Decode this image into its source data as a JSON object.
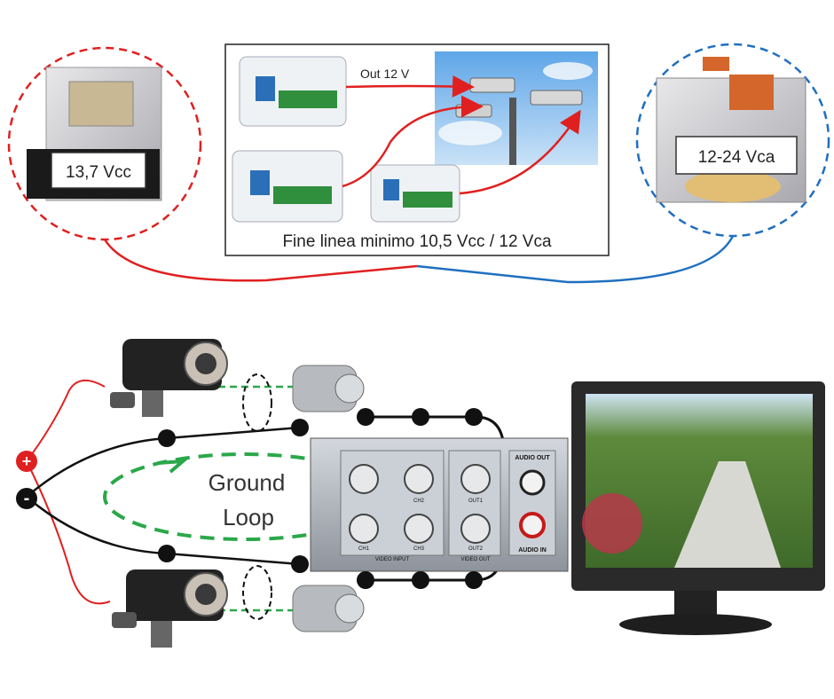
{
  "top": {
    "left_supply_label": "13,7 Vcc",
    "right_supply_label": "12-24 Vca",
    "out_label": "Out 12 V",
    "end_of_line_label": "Fine linea minimo 10,5 Vcc / 12 Vca"
  },
  "bottom": {
    "ground_loop_line1": "Ground",
    "ground_loop_line2": "Loop",
    "polarity_plus": "+",
    "polarity_minus": "-",
    "dvr_audio_out": "AUDIO OUT",
    "dvr_audio_in": "AUDIO IN",
    "dvr_video_input": "VIDEO INPUT",
    "dvr_video_out": "VIDEO OUT",
    "dvr_ch1": "CH1",
    "dvr_ch2": "CH2",
    "dvr_ch3": "CH3",
    "dvr_out1": "OUT1",
    "dvr_out2": "OUT2"
  },
  "colors": {
    "red_wire": "#e02020",
    "blue_wire": "#1f6fc0",
    "green_wire": "#2aa84a",
    "black_wire": "#111111"
  }
}
